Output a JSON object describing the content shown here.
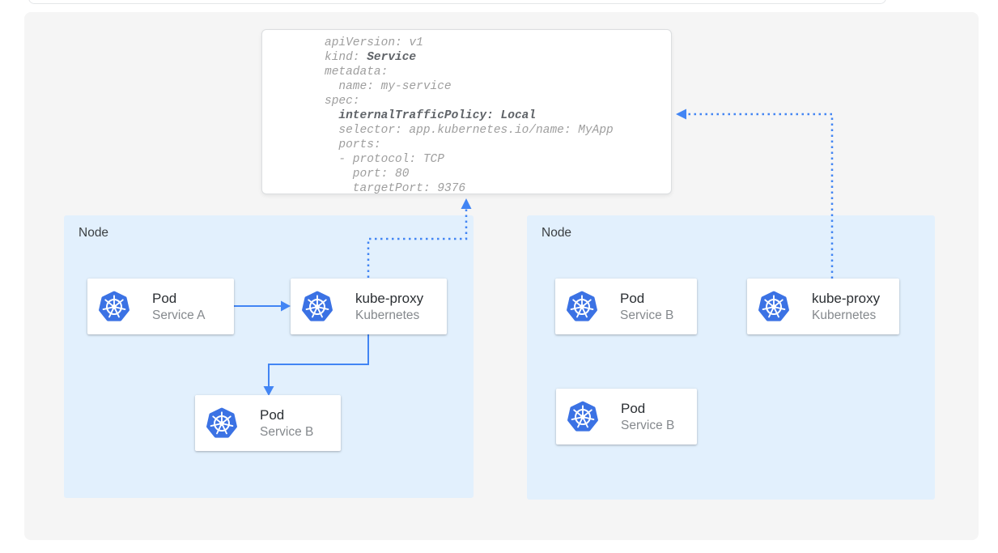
{
  "colors": {
    "accent_blue": "#4285f4",
    "kubernetes_blue": "#3b72e4",
    "node_background": "#e2f0fd",
    "canvas_background": "#f5f5f5",
    "code_text": "#9e9e9e",
    "code_bold_text": "#5f6368"
  },
  "yaml_card": {
    "lines": [
      {
        "segments": [
          {
            "text": "apiVersion: v1",
            "bold": false
          }
        ]
      },
      {
        "segments": [
          {
            "text": "kind: ",
            "bold": false
          },
          {
            "text": "Service",
            "bold": true
          }
        ]
      },
      {
        "segments": [
          {
            "text": "metadata:",
            "bold": false
          }
        ]
      },
      {
        "segments": [
          {
            "text": "  name: my-service",
            "bold": false
          }
        ]
      },
      {
        "segments": [
          {
            "text": "spec:",
            "bold": false
          }
        ]
      },
      {
        "segments": [
          {
            "text": "  ",
            "bold": false
          },
          {
            "text": "internalTrafficPolicy: Local",
            "bold": true
          }
        ]
      },
      {
        "segments": [
          {
            "text": "  selector: app.kubernetes.io/name: MyApp",
            "bold": false
          }
        ]
      },
      {
        "segments": [
          {
            "text": "  ports:",
            "bold": false
          }
        ]
      },
      {
        "segments": [
          {
            "text": "  - protocol: TCP",
            "bold": false
          }
        ]
      },
      {
        "segments": [
          {
            "text": "    port: 80",
            "bold": false
          }
        ]
      },
      {
        "segments": [
          {
            "text": "    targetPort: 9376",
            "bold": false
          }
        ]
      }
    ]
  },
  "nodes": [
    {
      "label": "Node",
      "cards": [
        {
          "icon": "kubernetes-logo",
          "title": "Pod",
          "subtitle": "Service A"
        },
        {
          "icon": "kubernetes-logo",
          "title": "kube-proxy",
          "subtitle": "Kubernetes"
        },
        {
          "icon": "kubernetes-logo",
          "title": "Pod",
          "subtitle": "Service B"
        }
      ]
    },
    {
      "label": "Node",
      "cards": [
        {
          "icon": "kubernetes-logo",
          "title": "Pod",
          "subtitle": "Service B"
        },
        {
          "icon": "kubernetes-logo",
          "title": "kube-proxy",
          "subtitle": "Kubernetes"
        },
        {
          "icon": "kubernetes-logo",
          "title": "Pod",
          "subtitle": "Service B"
        }
      ]
    }
  ],
  "connections": [
    {
      "from": "node-1 Pod Service A",
      "to": "node-1 kube-proxy",
      "style": "solid-arrow"
    },
    {
      "from": "node-1 kube-proxy",
      "to": "node-1 Pod Service B",
      "style": "solid-arrow"
    },
    {
      "from": "node-1 kube-proxy",
      "to": "service-yaml-card",
      "style": "dotted-arrow"
    },
    {
      "from": "node-2 kube-proxy",
      "to": "service-yaml-card",
      "style": "dotted-arrow"
    }
  ]
}
